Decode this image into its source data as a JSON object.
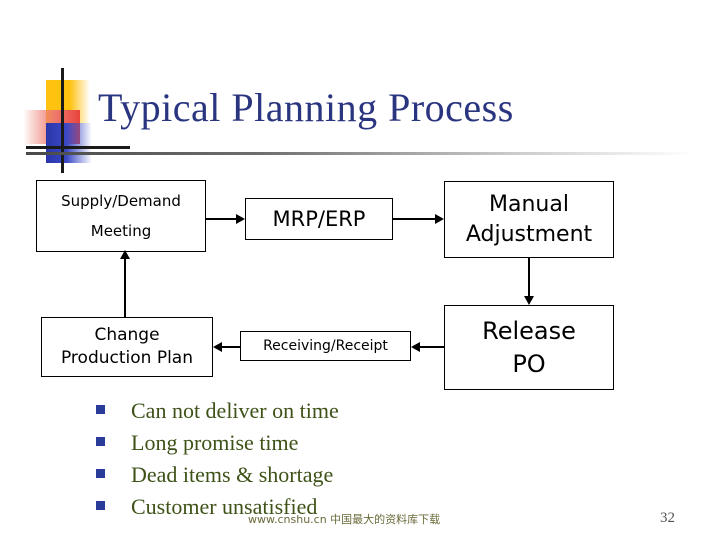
{
  "slide": {
    "title": "Typical Planning Process",
    "page_number": "32",
    "watermark": "www.cnshu.cn 中国最大的资料库下载",
    "colors": {
      "title": "#2A3580",
      "bullet_text": "#3E5218",
      "bullet_marker": "#2A3B99",
      "node_border": "#000000",
      "logo_yellow": "#FFC20E",
      "logo_red": "#E8443C",
      "logo_blue": "#2A36A8"
    }
  },
  "diagram": {
    "nodes": [
      {
        "id": "supply-demand",
        "line1": "Supply/Demand",
        "line2": "Meeting"
      },
      {
        "id": "mrp-erp",
        "line1": "MRP/ERP",
        "line2": ""
      },
      {
        "id": "manual-adjustment",
        "line1": "Manual",
        "line2": "Adjustment"
      },
      {
        "id": "change-production-plan",
        "line1": "Change",
        "line2": "Production Plan"
      },
      {
        "id": "receiving-receipt",
        "line1": "Receiving/Receipt",
        "line2": ""
      },
      {
        "id": "release-po",
        "line1": "Release",
        "line2": "PO"
      }
    ],
    "connections": [
      {
        "from": "supply-demand",
        "to": "mrp-erp",
        "direction": "right"
      },
      {
        "from": "mrp-erp",
        "to": "manual-adjustment",
        "direction": "right"
      },
      {
        "from": "manual-adjustment",
        "to": "release-po",
        "direction": "down"
      },
      {
        "from": "release-po",
        "to": "receiving-receipt",
        "direction": "left"
      },
      {
        "from": "receiving-receipt",
        "to": "change-production-plan",
        "direction": "left"
      },
      {
        "from": "change-production-plan",
        "to": "supply-demand",
        "direction": "up"
      }
    ]
  },
  "bullets": [
    {
      "text": "Can not deliver on time"
    },
    {
      "text": "Long promise time"
    },
    {
      "text": "Dead items & shortage"
    },
    {
      "text": "Customer unsatisfied"
    }
  ]
}
